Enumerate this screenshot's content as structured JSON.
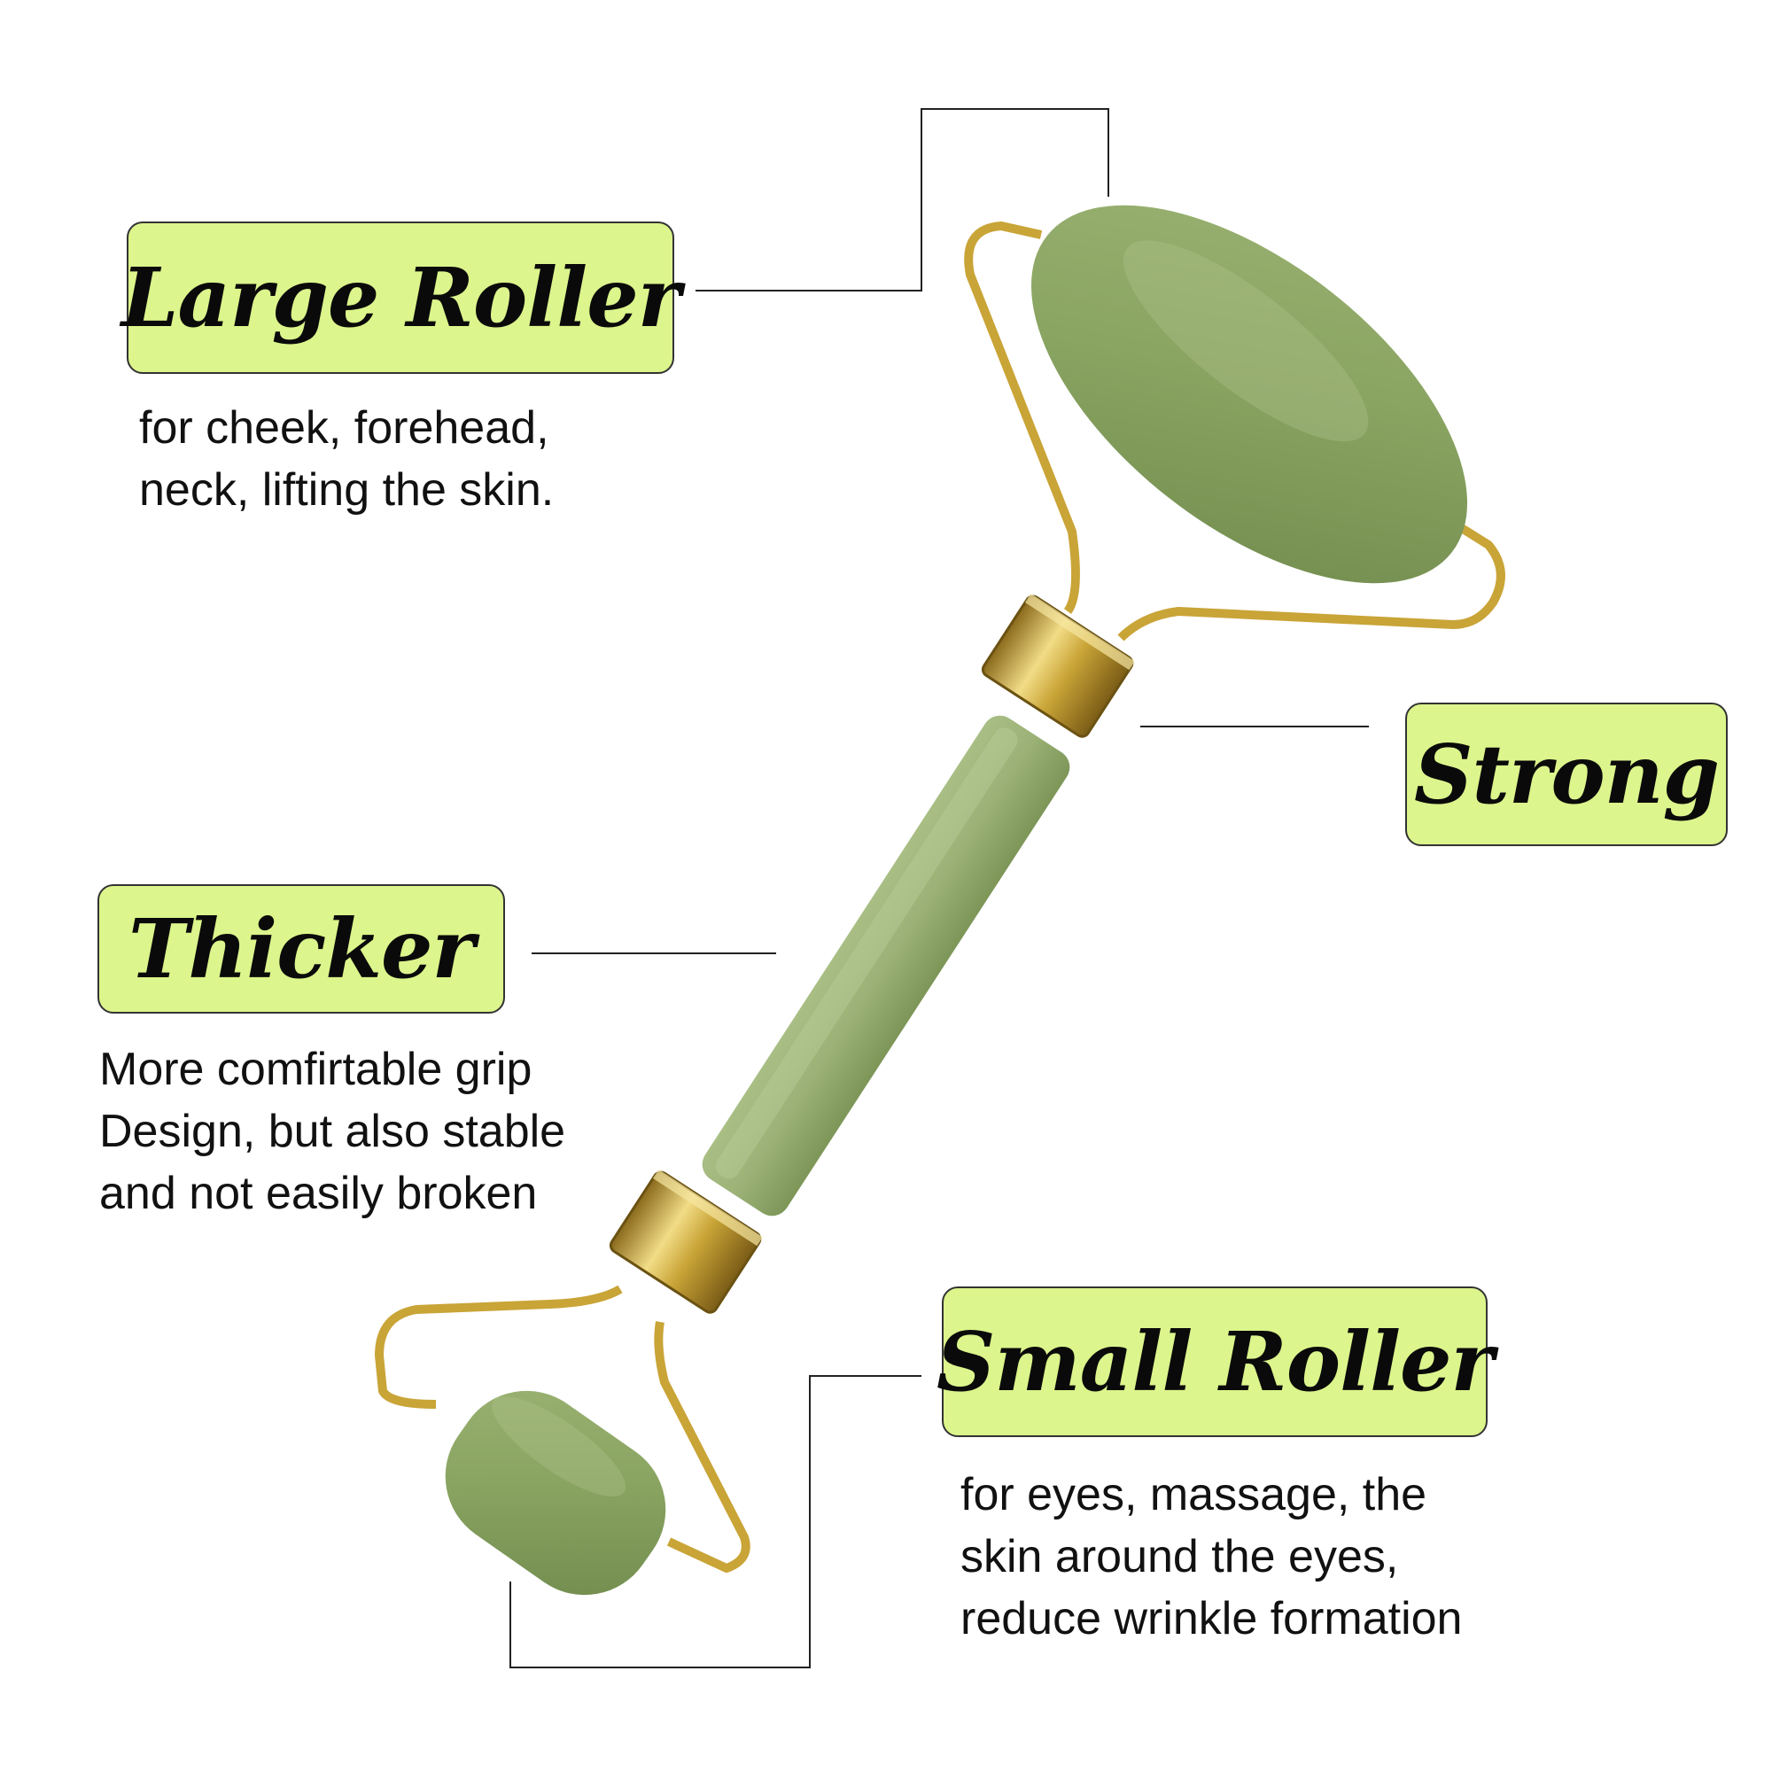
{
  "features": {
    "large_roller": {
      "title": "Large Roller",
      "lines": [
        "for cheek, forehead,",
        "neck, lifting the skin."
      ]
    },
    "strong": {
      "title": "Strong"
    },
    "thicker": {
      "title": "Thicker",
      "lines": [
        "More comfirtable grip",
        "Design, but also stable",
        "and not easily broken"
      ]
    },
    "small_roller": {
      "title": "Small Roller",
      "lines": [
        "for eyes, massage, the",
        "skin around the eyes,",
        "reduce wrinkle formation"
      ]
    }
  },
  "colors": {
    "label_fill": "#dcf58c",
    "jade": "#8fa86a",
    "gold": "#c9a437"
  }
}
